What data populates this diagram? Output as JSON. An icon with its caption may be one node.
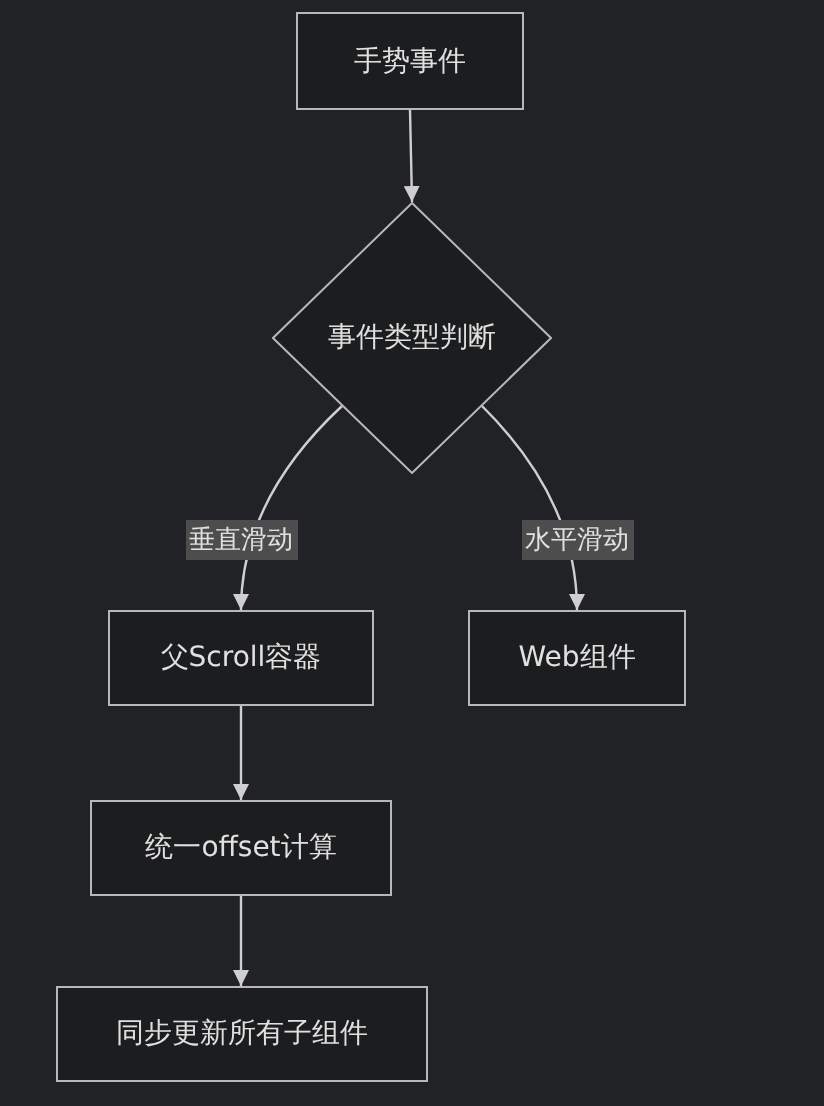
{
  "diagram": {
    "nodes": [
      {
        "text": [
          "手势事件"
        ]
      },
      {
        "text": [
          "事件类型判断"
        ]
      },
      {
        "text": [
          "父Scroll容器"
        ]
      },
      {
        "text": [
          "Web组件"
        ]
      },
      {
        "text": [
          "统一offset计算"
        ]
      },
      {
        "text": [
          "同步更新所有子组件"
        ]
      }
    ],
    "edges": [
      {
        "from": 0,
        "to": 1,
        "arrow": "to"
      },
      {
        "from": 1,
        "to": 2,
        "arrow": "to",
        "label": "垂直滑动"
      },
      {
        "from": 1,
        "to": 3,
        "arrow": "to",
        "label": "水平滑动"
      },
      {
        "from": 2,
        "to": 4,
        "arrow": "to"
      },
      {
        "from": 4,
        "to": 5,
        "arrow": "to"
      }
    ]
  }
}
